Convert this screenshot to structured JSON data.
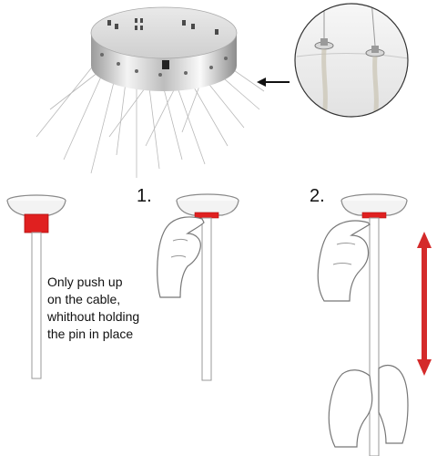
{
  "steps": {
    "step1": "1.",
    "step2": "2."
  },
  "instruction_lines": [
    "Only push up",
    "on the cable,",
    "whithout holding",
    "the pin in place"
  ],
  "colors": {
    "highlight_red": "#e02020",
    "arrow_red": "#d42a2a",
    "outline": "#8a8a8a"
  },
  "icons": {
    "pointer": "left-arrow-icon",
    "motion": "double-headed-vertical-arrow-icon"
  }
}
